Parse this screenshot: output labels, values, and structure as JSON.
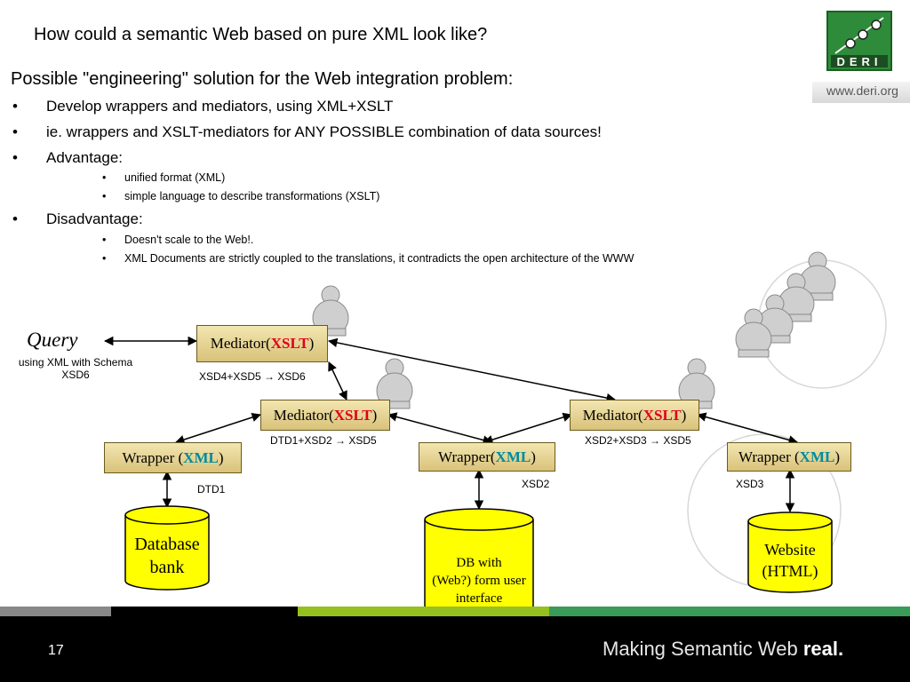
{
  "slide": {
    "title": "How could a semantic Web based on pure XML look like?",
    "subtitle": "Possible \"engineering\" solution for the Web integration problem:",
    "bullets": [
      "Develop wrappers and mediators, using XML+XSLT",
      "ie. wrappers and XSLT-mediators for ANY POSSIBLE combination of data sources!",
      "Advantage:",
      "Disadvantage:"
    ],
    "bullet_marker": "•",
    "advantages": [
      "unified format (XML)",
      "simple language to describe transformations (XSLT)"
    ],
    "disadvantages": [
      "Doesn't scale to the Web!.",
      "XML Documents are strictly coupled to the translations, it contradicts the open architecture of the WWW"
    ],
    "page_number": "17"
  },
  "logo": {
    "text": "DERI",
    "url": "www.deri.org",
    "color": "#2e8b3a"
  },
  "footer": {
    "tagline_prefix": "Making Semantic Web ",
    "tagline_bold": "real."
  },
  "diagram": {
    "query": {
      "label": "Query",
      "note_line1": "using XML with Schema",
      "note_line2": "XSD6"
    },
    "mediators": [
      {
        "prefix": "Mediator(",
        "keyword": "XSLT",
        "suffix": ")",
        "schema": "XSD4+XSD5 → XSD6"
      },
      {
        "prefix": "Mediator(",
        "keyword": "XSLT",
        "suffix": ")",
        "schema": "DTD1+XSD2 → XSD5"
      },
      {
        "prefix": "Mediator(",
        "keyword": "XSLT",
        "suffix": ")",
        "schema": "XSD2+XSD3 → XSD5"
      }
    ],
    "wrappers": [
      {
        "prefix": "Wrapper (",
        "keyword": "XML",
        "suffix": ")",
        "schema": "DTD1"
      },
      {
        "prefix": "Wrapper(",
        "keyword": "XML",
        "suffix": ")",
        "schema": "XSD2"
      },
      {
        "prefix": "Wrapper (",
        "keyword": "XML",
        "suffix": ")",
        "schema": "XSD3"
      }
    ],
    "sources": [
      {
        "line1": "Database",
        "line2": "bank",
        "line3": ""
      },
      {
        "line1": "DB with",
        "line2": "(Web?) form user",
        "line3": "interface"
      },
      {
        "line1": "Website",
        "line2": "(HTML)",
        "line3": ""
      }
    ],
    "colors": {
      "cylinder": "#ffff00",
      "xslt": "#e0001b",
      "xml": "#008b9e"
    }
  }
}
